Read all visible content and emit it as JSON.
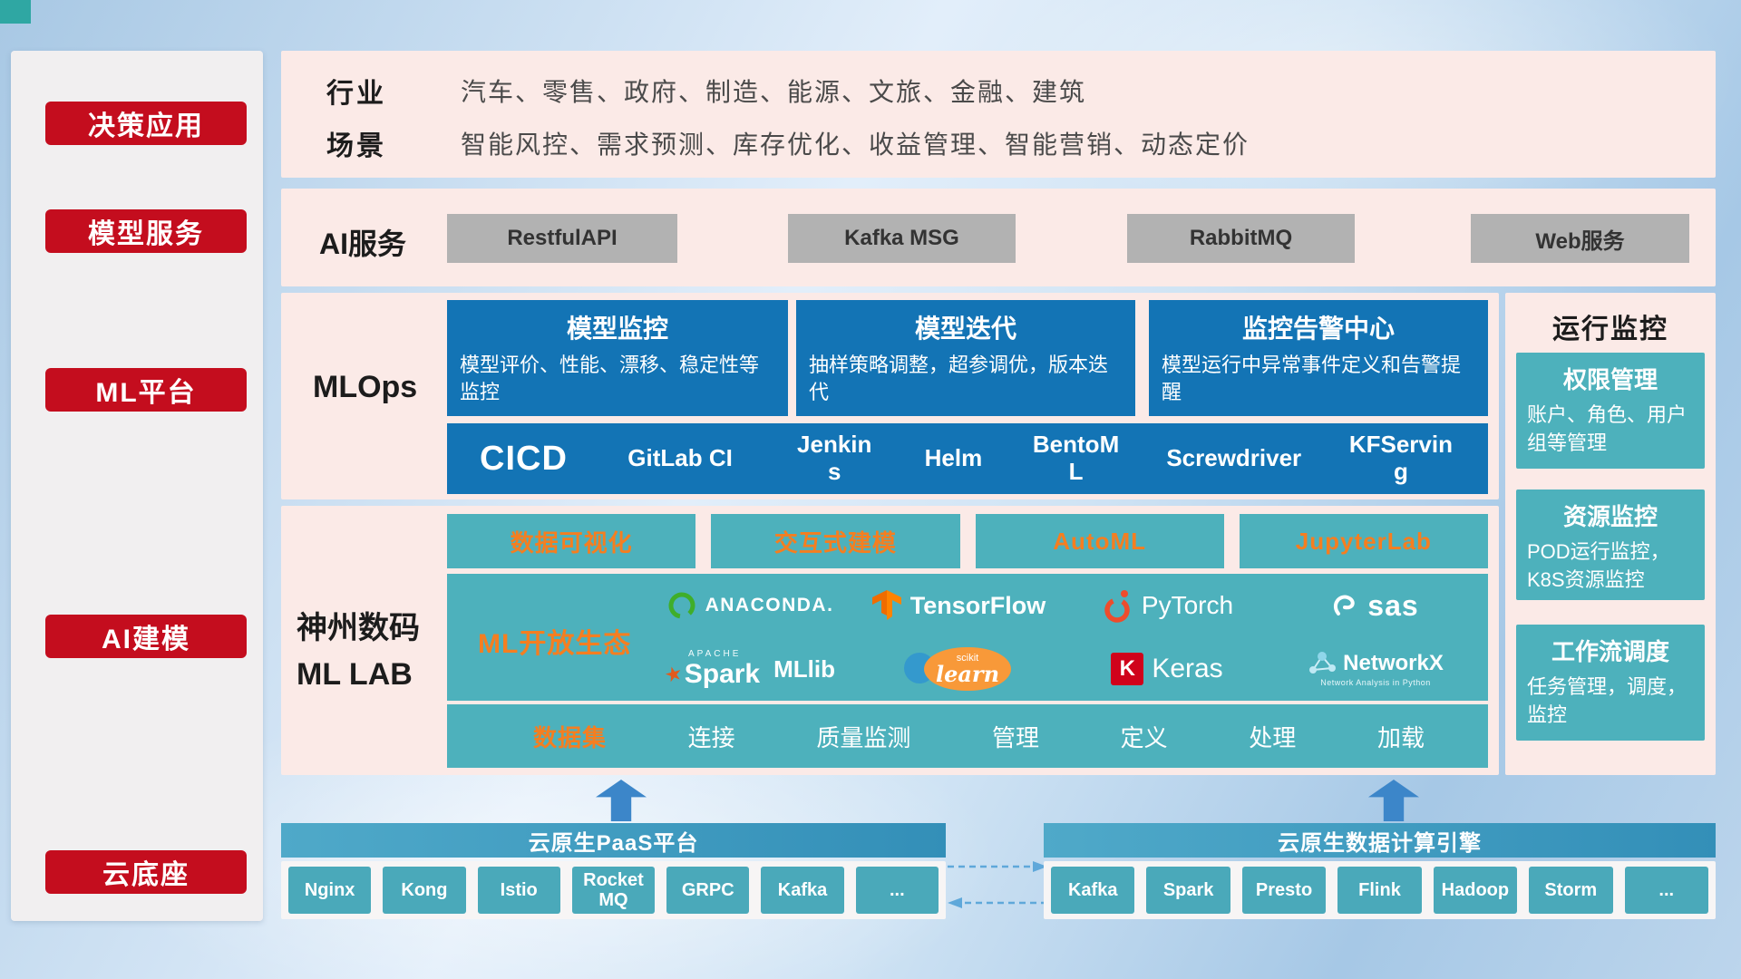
{
  "colors": {
    "accent_red": "#c40d1e",
    "panel_pink": "#fbeae7",
    "card_blue": "#1374b5",
    "teal": "#4db1bc",
    "orange": "#f57e20",
    "bar_blue": "#3f9dc0",
    "chip_teal": "#4aa9ba",
    "gray_button": "#b2b2b2"
  },
  "sidebar": {
    "items": [
      {
        "label": "决策应用"
      },
      {
        "label": "模型服务"
      },
      {
        "label": "ML平台"
      },
      {
        "label": "AI建模"
      },
      {
        "label": "云底座"
      }
    ]
  },
  "industry": {
    "rows": [
      {
        "label": "行业",
        "text": "汽车、零售、政府、制造、能源、文旅、金融、建筑"
      },
      {
        "label": "场景",
        "text": "智能风控、需求预测、库存优化、收益管理、智能营销、动态定价"
      }
    ]
  },
  "ai_service": {
    "label": "AI服务",
    "buttons": [
      "RestfulAPI",
      "Kafka MSG",
      "RabbitMQ",
      "Web服务"
    ]
  },
  "mlops": {
    "label": "MLOps",
    "cards": [
      {
        "title": "模型监控",
        "desc": "模型评价、性能、漂移、稳定性等监控"
      },
      {
        "title": "模型迭代",
        "desc": "抽样策略调整，超参调优，版本迭代"
      },
      {
        "title": "监控告警中心",
        "desc": "模型运行中异常事件定义和告警提醒"
      }
    ],
    "cicd": {
      "title": "CICD",
      "items": [
        "GitLab CI",
        "Jenkins",
        "Helm",
        "BentoML",
        "Screwdriver",
        "KFServing"
      ]
    }
  },
  "monitor": {
    "title": "运行监控",
    "cards": [
      {
        "title": "权限管理",
        "desc": "账户、角色、用户组等管理"
      },
      {
        "title": "资源监控",
        "desc": "POD运行监控，K8S资源监控"
      },
      {
        "title": "工作流调度",
        "desc": "任务管理，调度，监控"
      }
    ]
  },
  "mllab": {
    "label_line1": "神州数码",
    "label_line2": "ML LAB",
    "top_buttons": [
      "数据可视化",
      "交互式建模",
      "AutoML",
      "JupyterLab"
    ],
    "eco_label": "ML开放生态",
    "logos": {
      "anaconda": "ANACONDA.",
      "tensorflow": "TensorFlow",
      "pytorch": "PyTorch",
      "sas": "sas",
      "apache": "APACHE",
      "spark": "Spark",
      "mllib": "MLlib",
      "scikit": "scikit",
      "learn": "learn",
      "keras_k": "K",
      "keras": "Keras",
      "networkx": "NetworkX",
      "networkx_sub": "Network Analysis in Python"
    },
    "data_row": [
      "数据集",
      "连接",
      "质量监测",
      "管理",
      "定义",
      "处理",
      "加载"
    ]
  },
  "bottom": {
    "paas": {
      "title": "云原生PaaS平台",
      "buttons": [
        "Nginx",
        "Kong",
        "Istio",
        "RocketMQ",
        "GRPC",
        "Kafka",
        "..."
      ]
    },
    "engine": {
      "title": "云原生数据计算引擎",
      "buttons": [
        "Kafka",
        "Spark",
        "Presto",
        "Flink",
        "Hadoop",
        "Storm",
        "..."
      ]
    }
  }
}
